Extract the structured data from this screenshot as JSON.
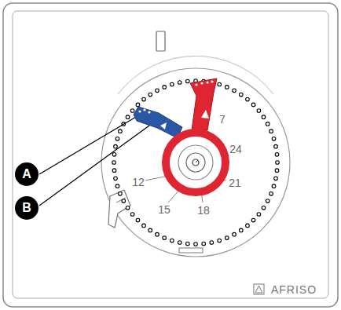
{
  "diagram": {
    "nodes": [
      {
        "text": [
          "A"
        ]
      },
      {
        "text": [
          "B"
        ]
      }
    ],
    "labels": [
      "12",
      "15",
      "18",
      "21",
      "24",
      "7",
      "AFRISO"
    ]
  }
}
